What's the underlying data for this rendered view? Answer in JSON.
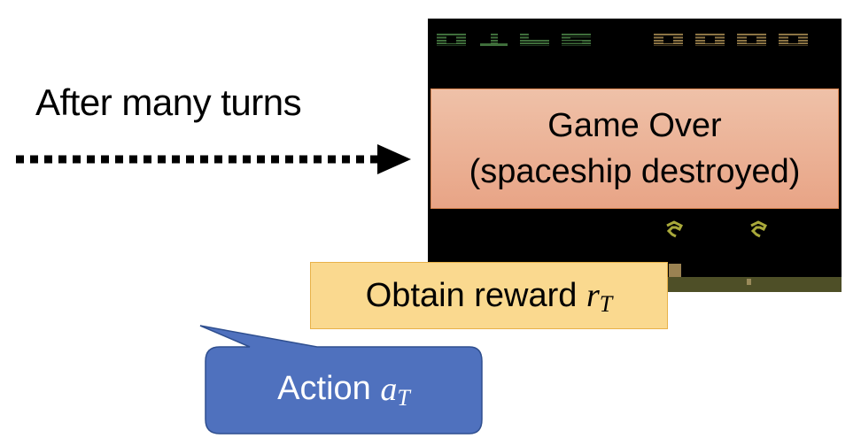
{
  "caption": {
    "text": "After many turns"
  },
  "arrow": {
    "style": "dotted",
    "direction": "right",
    "icon": "arrow-right-icon"
  },
  "game": {
    "score_left": [
      "0",
      "1",
      "6",
      "5"
    ],
    "score_right": [
      "0",
      "0",
      "0",
      "0"
    ],
    "score_left_value": "0165",
    "score_right_value": "0000",
    "colors": {
      "background": "#000000",
      "score_left": "#3f6e3b",
      "score_right": "#8c7444",
      "ground": "#4e4f27",
      "enemy": "#a9a93a"
    }
  },
  "game_over": {
    "line1": "Game Over",
    "line2": "(spaceship destroyed)",
    "color": "#eaa88a"
  },
  "reward": {
    "label": "Obtain reward",
    "symbol": "r",
    "subscript": "T",
    "color": "#fad98f"
  },
  "action": {
    "label": "Action",
    "symbol": "a",
    "subscript": "T",
    "color": "#4f71be"
  }
}
